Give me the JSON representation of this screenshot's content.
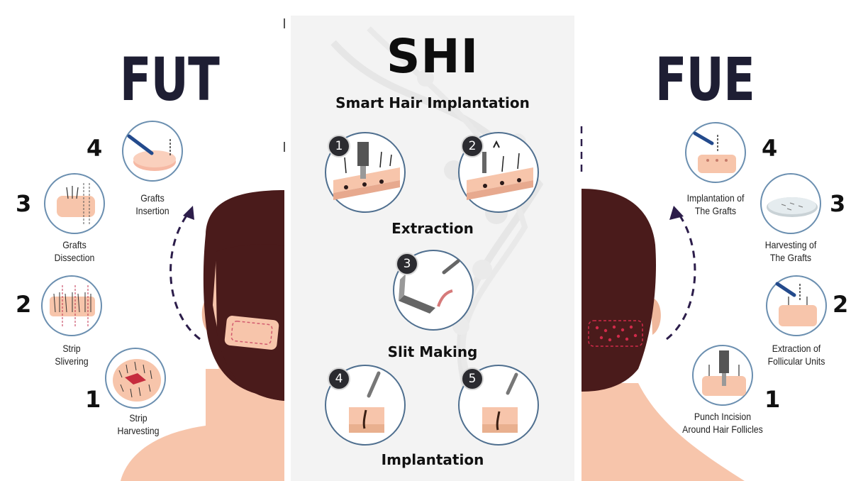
{
  "fut": {
    "title": "FUT",
    "steps": [
      {
        "num": "1",
        "line1": "Strip",
        "line2": "Harvesting"
      },
      {
        "num": "2",
        "line1": "Strip",
        "line2": "Slivering"
      },
      {
        "num": "3",
        "line1": "Grafts",
        "line2": "Dissection"
      },
      {
        "num": "4",
        "line1": "Grafts",
        "line2": "Insertion"
      }
    ]
  },
  "shi": {
    "title": "SHI",
    "subtitle": "Smart Hair Implantation",
    "badges": [
      "1",
      "2",
      "3",
      "4",
      "5"
    ],
    "sections": [
      "Extraction",
      "Slit Making",
      "Implantation"
    ]
  },
  "fue": {
    "title": "FUE",
    "steps": [
      {
        "num": "1",
        "line1": "Punch Incision",
        "line2": "Around Hair Follicles"
      },
      {
        "num": "2",
        "line1": "Extraction of",
        "line2": "Follicular Units"
      },
      {
        "num": "3",
        "line1": "Harvesting of",
        "line2": "The Grafts"
      },
      {
        "num": "4",
        "line1": "Implantation of",
        "line2": "The Grafts"
      }
    ]
  },
  "colors": {
    "heading": "#1e1e33",
    "arrow": "#2c1d4a",
    "hair": "#4a1b1b",
    "skin": "#f7c5ab",
    "circle_border": "#6b8fb0",
    "graft_dots": "#d12a4a"
  }
}
